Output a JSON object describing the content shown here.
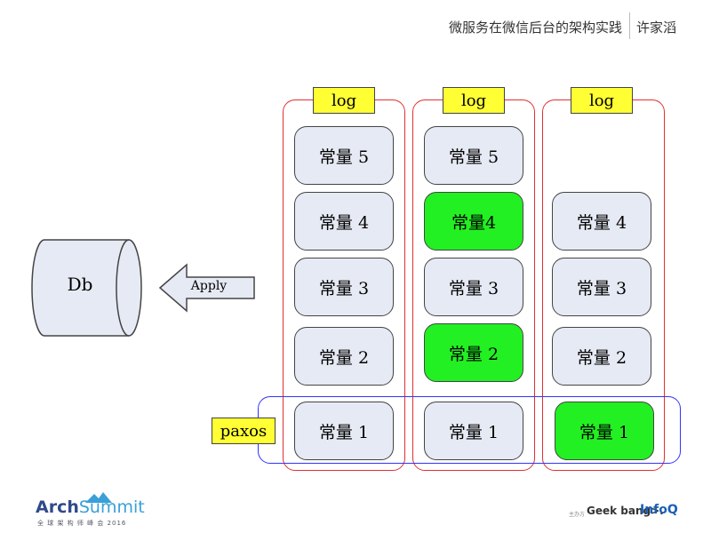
{
  "header": {
    "title": "微服务在微信后台的架构实践",
    "author": "许家滔"
  },
  "db": {
    "label": "Db"
  },
  "apply": {
    "label": "Apply"
  },
  "paxos": {
    "label": "paxos"
  },
  "columns": [
    {
      "log_label": "log",
      "cells": [
        {
          "label": "常量 5",
          "active": false
        },
        {
          "label": "常量 4",
          "active": false
        },
        {
          "label": "常量 3",
          "active": false
        },
        {
          "label": "常量 2",
          "active": false
        },
        {
          "label": "常量 1",
          "active": false
        }
      ]
    },
    {
      "log_label": "log",
      "cells": [
        {
          "label": "常量 5",
          "active": false
        },
        {
          "label": "常量4",
          "active": true
        },
        {
          "label": "常量 3",
          "active": false
        },
        {
          "label": "常量 2",
          "active": true
        },
        {
          "label": "常量 1",
          "active": false
        }
      ]
    },
    {
      "log_label": "log",
      "cells": [
        {
          "label": "常量 4",
          "active": false
        },
        {
          "label": "常量 3",
          "active": false
        },
        {
          "label": "常量 2",
          "active": false
        },
        {
          "label": "常量 1",
          "active": true
        }
      ]
    }
  ],
  "colors": {
    "active_cell": "#22f022",
    "cell": "#e6eaf4",
    "tag": "#ffff33",
    "column_frame": "#e03030",
    "paxos_frame": "#3333ff"
  },
  "footer": {
    "logo_main": "Arch",
    "logo_accent": "Summit",
    "logo_sub": "全 球 架 构 师 峰 会 2016",
    "small_text": "主办方",
    "geekbang": "Geek bang>.",
    "infoq": "InfoQ"
  }
}
